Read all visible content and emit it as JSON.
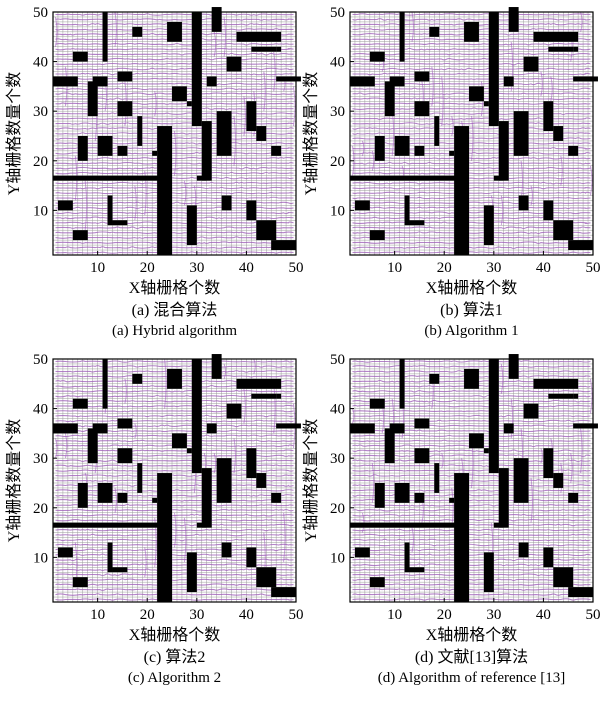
{
  "chart_data": [
    {
      "type": "heatmap",
      "panel_label": "(a) 混合算法",
      "panel_label_en": "(a) Hybrid algorithm",
      "xlabel": "X轴栅格个数",
      "ylabel": "Y轴栅格数量个数",
      "xlim": [
        1,
        50
      ],
      "ylim": [
        1,
        50
      ],
      "xticks": [
        10,
        20,
        30,
        40,
        50
      ],
      "yticks": [
        10,
        20,
        30,
        40,
        50
      ],
      "grid": true,
      "path_color": "#9b59b6",
      "obstacle_color": "#000000"
    },
    {
      "type": "heatmap",
      "panel_label": "(b) 算法1",
      "panel_label_en": "(b) Algorithm 1",
      "xlabel": "X轴栅格个数",
      "ylabel": "Y轴栅格数量个数",
      "xlim": [
        1,
        50
      ],
      "ylim": [
        1,
        50
      ],
      "xticks": [
        10,
        20,
        30,
        40,
        50
      ],
      "yticks": [
        10,
        20,
        30,
        40,
        50
      ],
      "grid": true,
      "path_color": "#9b59b6",
      "obstacle_color": "#000000"
    },
    {
      "type": "heatmap",
      "panel_label": "(c) 算法2",
      "panel_label_en": "(c) Algorithm 2",
      "xlabel": "X轴栅格个数",
      "ylabel": "Y轴栅格数量个数",
      "xlim": [
        1,
        50
      ],
      "ylim": [
        1,
        50
      ],
      "xticks": [
        10,
        20,
        30,
        40,
        50
      ],
      "yticks": [
        10,
        20,
        30,
        40,
        50
      ],
      "grid": true,
      "path_color": "#9b59b6",
      "obstacle_color": "#000000"
    },
    {
      "type": "heatmap",
      "panel_label": "(d) 文献[13]算法",
      "panel_label_en": "(d) Algorithm of reference [13]",
      "xlabel": "X轴栅格个数",
      "ylabel": "Y轴栅格数量个数",
      "xlim": [
        1,
        50
      ],
      "ylim": [
        1,
        50
      ],
      "xticks": [
        10,
        20,
        30,
        40,
        50
      ],
      "yticks": [
        10,
        20,
        30,
        40,
        50
      ],
      "grid": true,
      "path_color": "#9b59b6",
      "obstacle_color": "#000000"
    }
  ]
}
